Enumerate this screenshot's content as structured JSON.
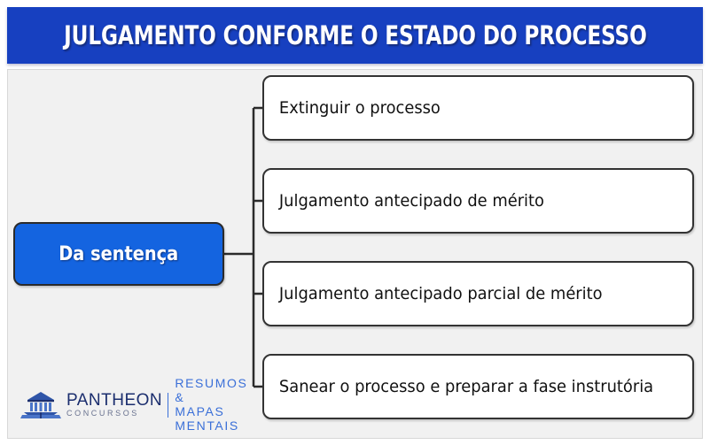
{
  "header": {
    "title": "JULGAMENTO CONFORME O ESTADO DO PROCESSO",
    "background_color": "#1740c0",
    "text_color": "#ffffff"
  },
  "canvas": {
    "background_color": "#f1f1f1"
  },
  "diagram": {
    "type": "mind-map",
    "root": {
      "label": "Da sentença",
      "background_color": "#1464e0",
      "text_color": "#ffffff",
      "border_color": "#2b2b2b"
    },
    "branches": [
      {
        "label": "Extinguir o processo"
      },
      {
        "label": "Julgamento antecipado de mérito"
      },
      {
        "label": "Julgamento antecipado parcial de mérito"
      },
      {
        "label": "Sanear o processo e preparar a fase instrutória"
      }
    ],
    "connector_color": "#2b2b2b",
    "leaf_background_color": "#ffffff",
    "leaf_border_color": "#333333",
    "leaf_text_color": "#111111"
  },
  "logo": {
    "mark_name": "pantheon-temple-icon",
    "brand": "PANTHEON",
    "brand_sub": "CONCURSOS",
    "tagline_line1": "RESUMOS &",
    "tagline_line2": "MAPAS MENTAIS",
    "brand_color": "#1b2e6e",
    "sub_color": "#6a7390",
    "tagline_color": "#3a6fd8"
  }
}
